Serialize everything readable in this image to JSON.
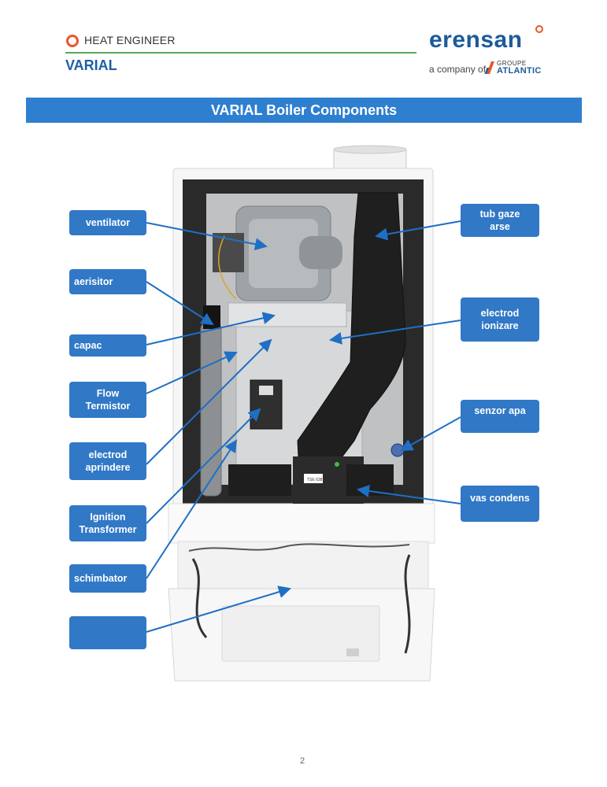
{
  "header": {
    "section": "HEAT ENGINEER",
    "product": "VARIAL",
    "brand": "erensan",
    "tagline": "a company of",
    "group_top": "GROUPE",
    "group_bottom": "ATLANTIC"
  },
  "banner": {
    "title": "VARIAL Boiler Components"
  },
  "labels": {
    "ventilator": "ventilator",
    "aerisitor": "aerisitor",
    "capac": "capac",
    "flow_termistor": "Flow\nTermistor",
    "electrod_aprindere": "electrod\naprindere",
    "ignition_transformer": "Ignition\nTransformer",
    "schimbator": "schimbator",
    "blank": "",
    "tub_gaze_arse": "tub gaze\narse",
    "electrod_ionizare": "electrod\nionizare",
    "senzor_apa": "senzor apa",
    "vas_condens": "vas condens"
  },
  "photo": {
    "sticker_text": "TSE 638"
  },
  "footer": {
    "page": "2"
  },
  "colors": {
    "label_blue": "#3178c6",
    "banner_blue": "#2e7fcf",
    "accent_orange": "#e8572a",
    "rule_green": "#5aa65a"
  }
}
